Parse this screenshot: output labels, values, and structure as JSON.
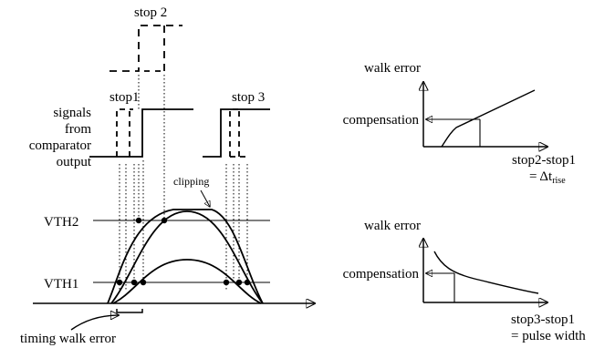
{
  "diagram": {
    "left": {
      "stop2_label": "stop 2",
      "stop1_label": "stop1",
      "stop3_label": "stop 3",
      "signals_label_line1": "signals",
      "signals_label_line2": "from",
      "signals_label_line3": "comparator",
      "signals_label_line4": "output",
      "clipping_label": "clipping",
      "vth2_label": "VTH2",
      "vth1_label": "VTH1",
      "timing_walk_error_label": "timing walk error"
    },
    "top_right": {
      "y_axis_label": "walk error",
      "compensation_label": "compensation",
      "x_label_line1": "stop2-stop1",
      "x_label_line2_prefix": "= Δt",
      "x_label_line2_sub": "rise"
    },
    "bottom_right": {
      "y_axis_label": "walk error",
      "compensation_label": "compensation",
      "x_label_line1": "stop3-stop1",
      "x_label_line2": "= pulse width"
    }
  }
}
